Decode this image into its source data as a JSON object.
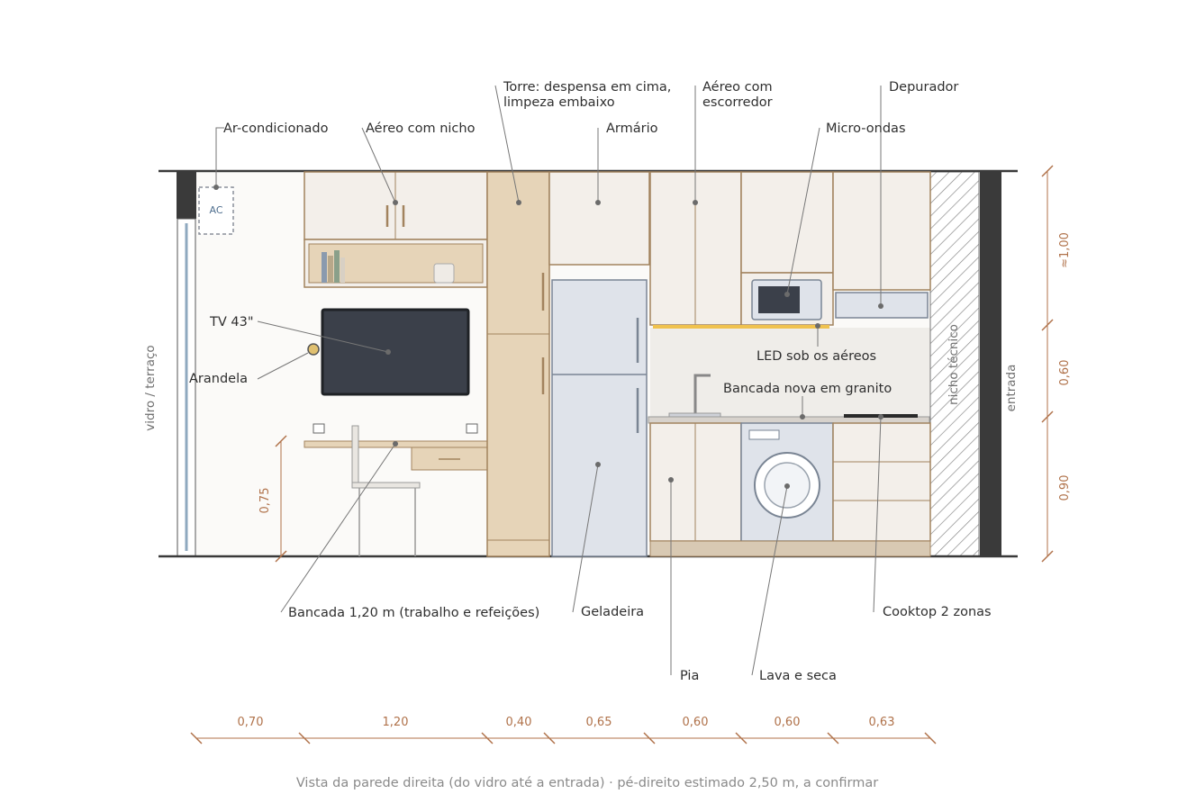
{
  "labels": {
    "ac": "Ar-condicionado",
    "aereo_nicho": "Aéreo com nicho",
    "torre_l1": "Torre: despensa em cima,",
    "torre_l2": "limpeza embaixo",
    "armario": "Armário",
    "aereo_escorredor_l1": "Aéreo com",
    "aereo_escorredor_l2": "escorredor",
    "depurador": "Depurador",
    "microondas": "Micro-ondas",
    "tv": "TV 43\"",
    "arandela": "Arandela",
    "led": "LED sob os aéreos",
    "granito": "Bancada nova em granito",
    "bancada": "Bancada 1,20 m (trabalho e refeições)",
    "geladeira": "Geladeira",
    "cooktop": "Cooktop 2 zonas",
    "pia": "Pia",
    "lava_seca": "Lava e seca"
  },
  "symbols": {
    "ac_box": "AC"
  },
  "sides": {
    "left": "vidro / terraço",
    "right": "entrada",
    "niche": "nicho técnico"
  },
  "dimensions": {
    "widths": [
      "0,70",
      "1,20",
      "0,40",
      "0,65",
      "0,60",
      "0,60",
      "0,63"
    ],
    "heights": [
      "≈1,00",
      "0,60",
      "0,90"
    ],
    "desk_height": "0,75"
  },
  "caption": "Vista da parede direita (do vidro até a entrada) · pé-direito estimado 2,50 m, a confirmar",
  "colors": {
    "wood": "#e6d4b8",
    "wood_stroke": "#a2835e",
    "cabinet": "#f3efea",
    "fridge": "#dfe3ea",
    "dimension": "#b0724a",
    "led": "#f0c24e",
    "wall_dark": "#3a3a3a"
  }
}
